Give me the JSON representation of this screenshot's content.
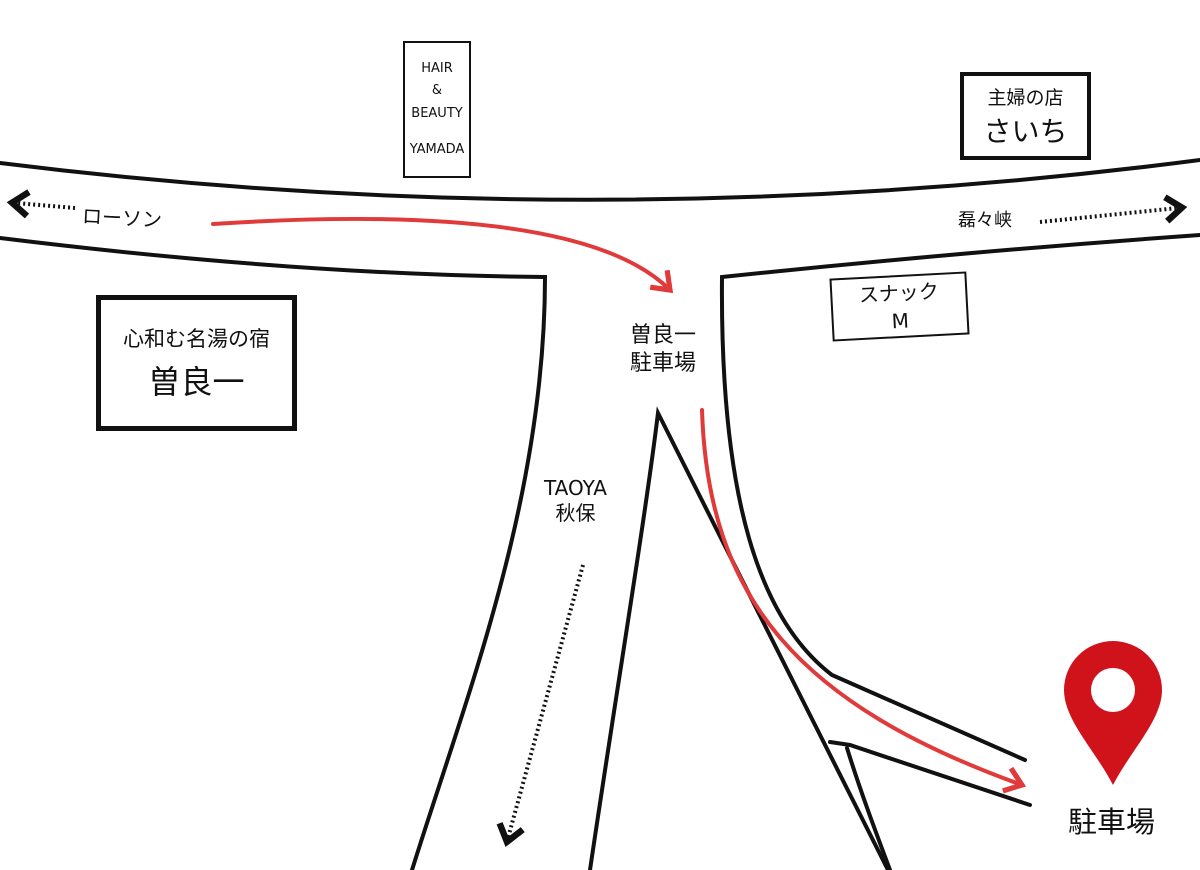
{
  "landmarks": {
    "hair_salon": {
      "line1": "HAIR",
      "line2": "&",
      "line3": "BEAUTY",
      "line4": "YAMADA"
    },
    "saichi": {
      "subtitle": "主婦の店",
      "name": "さいち"
    },
    "snack": {
      "line1": "スナック",
      "line2": "M"
    },
    "inn": {
      "subtitle": "心和む名湯の宿",
      "name": "曽良一"
    }
  },
  "directions": {
    "west": "ローソン",
    "east": "磊々峡",
    "south": {
      "line1": "TAOYA",
      "line2": "秋保"
    }
  },
  "parking_signs": {
    "junction": {
      "line1": "曽良一",
      "line2": "駐車場"
    },
    "destination": "駐車場"
  },
  "colors": {
    "route": "#e03a3a",
    "pin": "#d0121b",
    "road": "#111111"
  }
}
